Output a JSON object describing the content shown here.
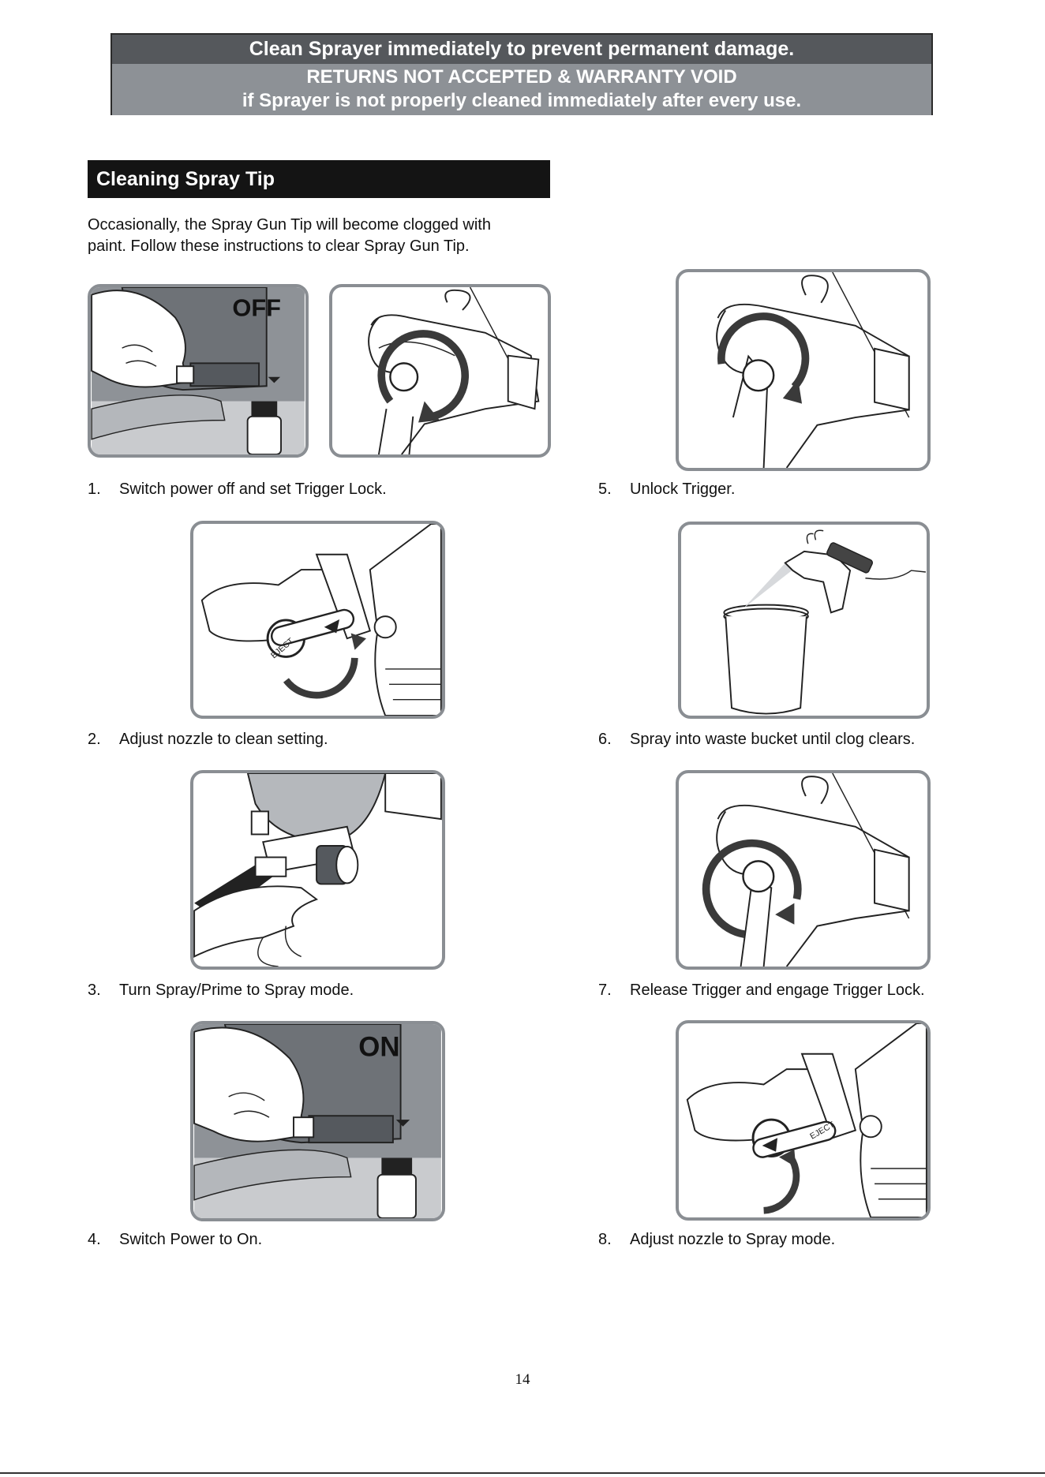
{
  "warning": {
    "line1": "Clean Sprayer immediately to prevent permanent damage.",
    "line2": "RETURNS NOT ACCEPTED & WARRANTY VOID",
    "line3": "if Sprayer is not properly cleaned immediately after every use."
  },
  "section": {
    "title": "Cleaning Spray Tip",
    "intro_line1": "Occasionally, the Spray Gun Tip will become clogged with",
    "intro_line2": "paint. Follow these instructions to clear Spray Gun Tip."
  },
  "illustrations": {
    "off_label": "OFF",
    "on_label": "ON",
    "eject_label": "EJECT"
  },
  "steps": [
    {
      "num": "1.",
      "text": "Switch power off and set Trigger Lock."
    },
    {
      "num": "2.",
      "text": "Adjust nozzle to clean setting."
    },
    {
      "num": "3.",
      "text": "Turn Spray/Prime to Spray mode."
    },
    {
      "num": "4.",
      "text": "Switch Power to On."
    },
    {
      "num": "5.",
      "text": "Unlock Trigger."
    },
    {
      "num": "6.",
      "text": "Spray into waste bucket until clog clears."
    },
    {
      "num": "7.",
      "text": "Release Trigger and engage Trigger Lock."
    },
    {
      "num": "8.",
      "text": "Adjust nozzle to Spray mode."
    }
  ],
  "page_number": "14"
}
